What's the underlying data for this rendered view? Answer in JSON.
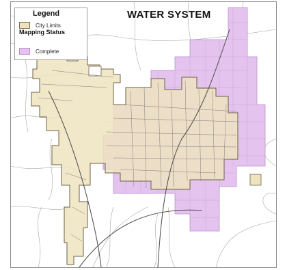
{
  "map": {
    "title": "WATER SYSTEM",
    "colors": {
      "city_limits_fill": "#eee3bf",
      "city_limits_stroke": "#6d6045",
      "complete_fill": "#e4c4ee",
      "complete_grid": "#c9a3d8",
      "roads": "#9a9a9a",
      "highway": "#555555"
    }
  },
  "legend": {
    "title": "Legend",
    "city_limits_label": "City Limits",
    "status_heading": "Mapping Status",
    "complete_label": "Complete"
  }
}
